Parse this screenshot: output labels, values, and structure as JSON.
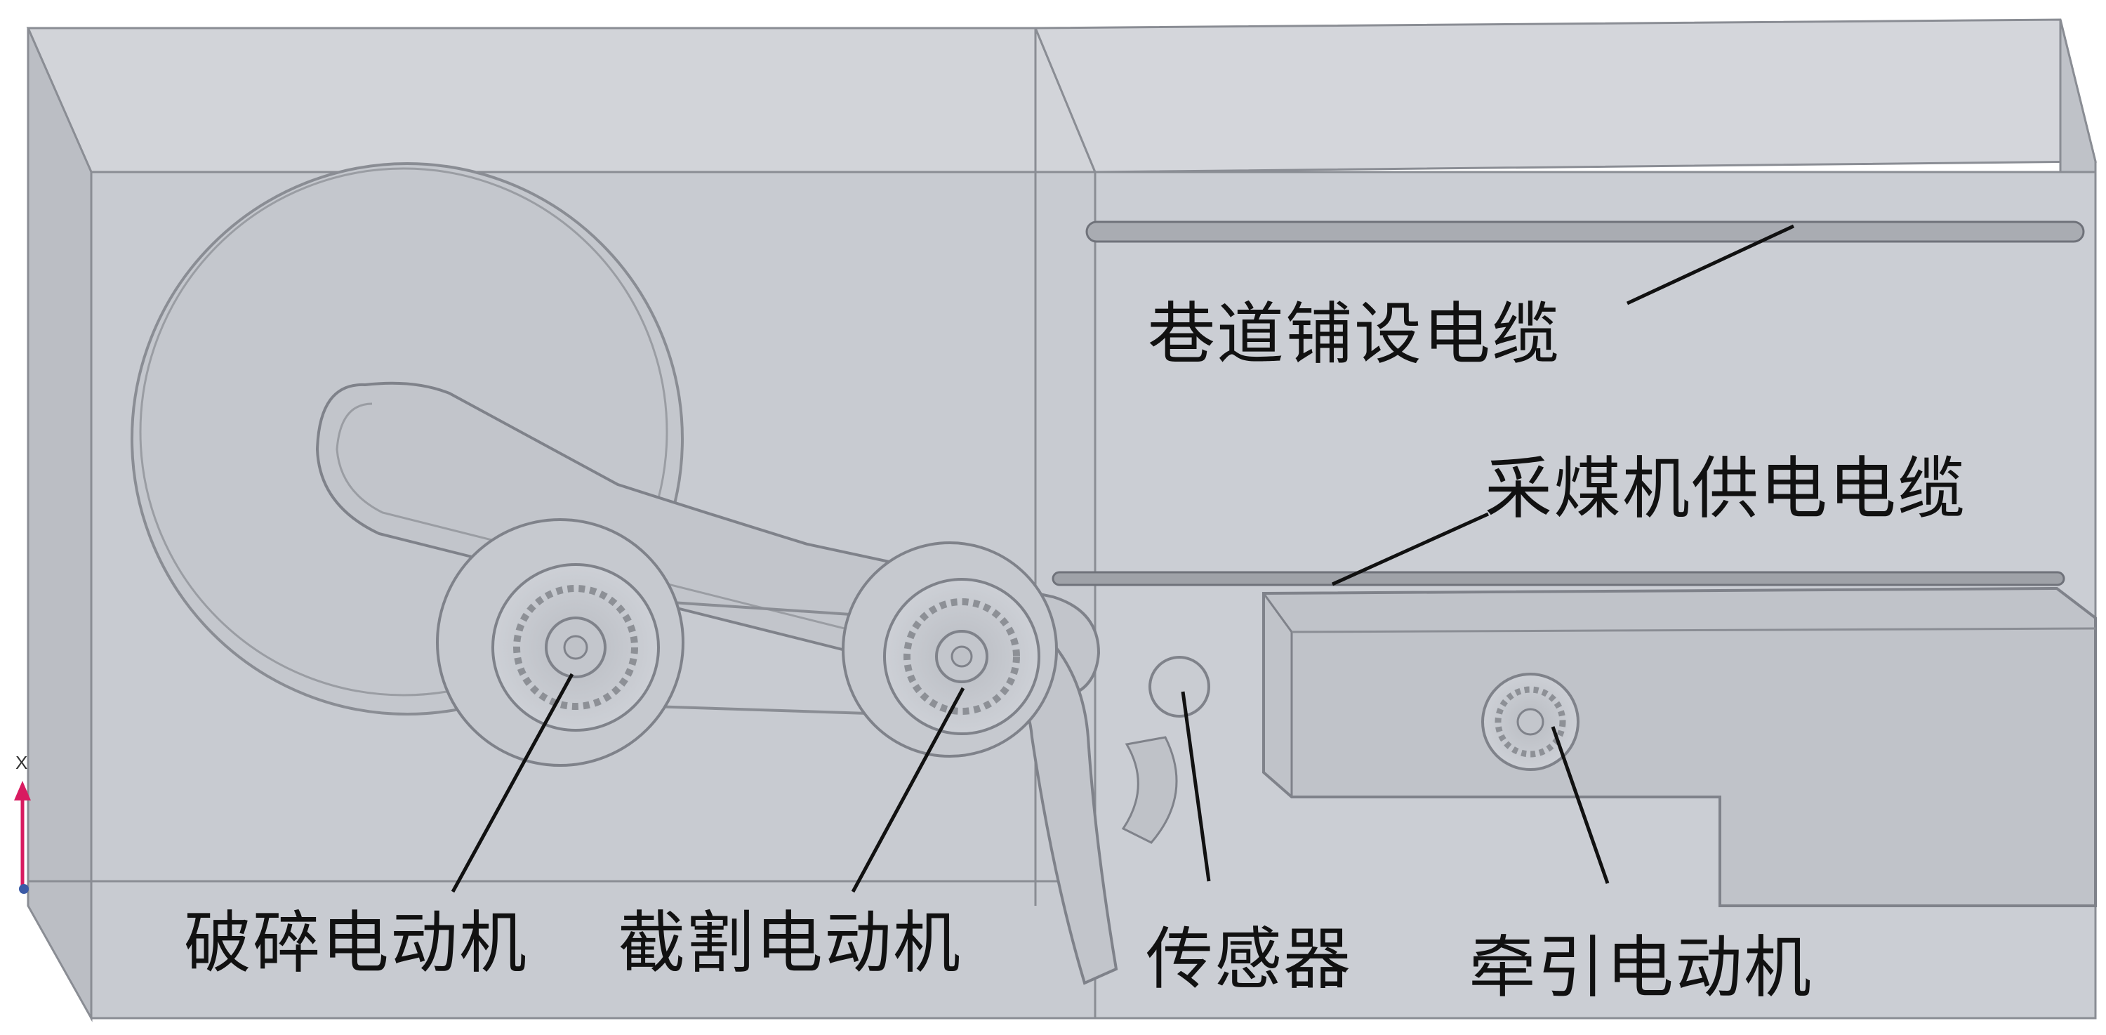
{
  "labels": {
    "roadway_cable": "巷道铺设电缆",
    "shearer_supply_cable": "采煤机供电电缆",
    "crushing_motor": "破碎电动机",
    "cutting_motor": "截割电动机",
    "sensor": "传感器",
    "traction_motor": "牵引电动机"
  },
  "axis_triad": {
    "x_label": "X"
  },
  "colors": {
    "box_face": "#c9ccd2",
    "box_dark": "#b3b6bc",
    "edge": "#7d8088",
    "leader": "#111111",
    "axis_pink": "#d81b60"
  }
}
